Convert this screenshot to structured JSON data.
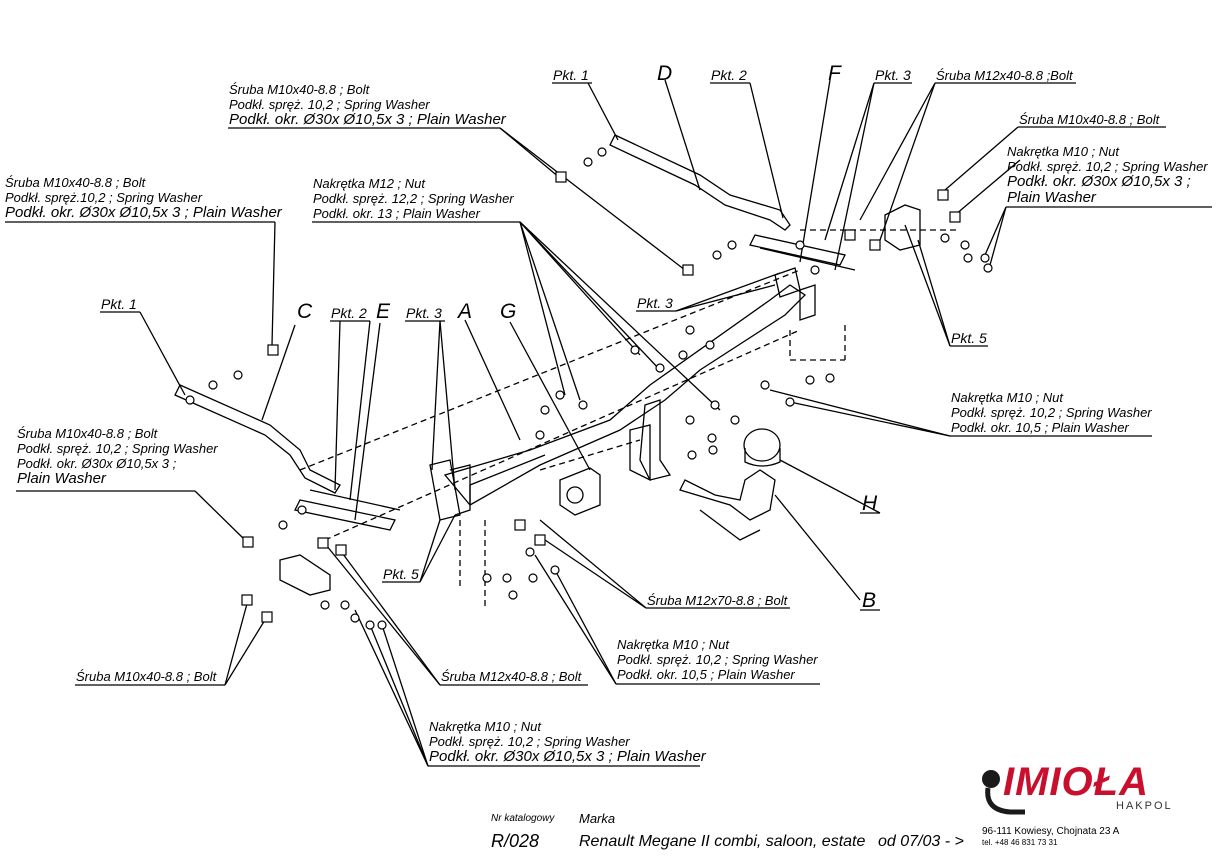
{
  "labels": {
    "bolt_top_left_1": "Śruba M10x40-8.8 ;  Bolt",
    "bolt_top_left_2": "Podkł. spręż.  10,2 ; Spring Washer",
    "bolt_top_left_3": "Podkł. okr.  Ø30x Ø10,5x 3 ; Plain Washer",
    "bolt_left_1": "Śruba M10x40-8.8 ;  Bolt",
    "bolt_left_2": "Podkł. spręż.10,2 ; Spring Washer",
    "bolt_left_3": "Podkł. okr.  Ø30x Ø10,5x 3 ; Plain Washer",
    "nut_m12_1": "Nakrętka  M12 ; Nut",
    "nut_m12_2": "Podkł. spręż. 12,2 ; Spring Washer",
    "nut_m12_3": "Podkł. okr.   13 ; Plain Washer",
    "bolt_m12_top": "Śruba M12x40-8.8 ;Bolt",
    "bolt_right_1": "Śruba M10x40-8.8 ;  Bolt",
    "nut_right_1": "Nakrętka  M10 ; Nut",
    "nut_right_2": "Podkł. spręż. 10,2 ; Spring Washer",
    "nut_right_3": "Podkł. okr.  Ø30x Ø10,5x 3 ;",
    "nut_right_4": "Plain Washer",
    "bolt_mid_left_1": "Śruba M10x40-8.8 ;  Bolt",
    "bolt_mid_left_2": "Podkł. spręż. 10,2 ; Spring Washer",
    "bolt_mid_left_3": "Podkł. okr.  Ø30x Ø10,5x 3 ;",
    "bolt_mid_left_4": "Plain Washer",
    "nut_m10_mid_1": "Nakrętka  M10 ; Nut",
    "nut_m10_mid_2": "Podkł. spręż. 10,2 ; Spring Washer",
    "nut_m10_mid_3": "Podkł. okr.  10,5 ; Plain Washer",
    "bolt_m12x70": "Śruba M12x70-8.8 ;  Bolt",
    "nut_m10_low_1": "Nakrętka  M10 ; Nut",
    "nut_m10_low_2": "Podkł. spręż. 10,2 ; Spring Washer",
    "nut_m10_low_3": "Podkł. okr.  10,5 ; Plain Washer",
    "bolt_bottom_left": "Śruba M10x40-8.8 ;  Bolt",
    "bolt_m12x40_bottom": "Śruba M12x40-8.8 ;  Bolt",
    "nut_bottom_1": "Nakrętka  M10 ; Nut",
    "nut_bottom_2": "Podkł. spręż. 10,2 ; Spring Washer",
    "nut_bottom_3": "Podkł. okr.  Ø30x Ø10,5x 3 ; Plain Washer"
  },
  "parts": {
    "A": "A",
    "B": "B",
    "C": "C",
    "D": "D",
    "E": "E",
    "F": "F",
    "G": "G",
    "H": "H"
  },
  "points": {
    "pkt1_top": "Pkt. 1",
    "pkt2_top": "Pkt. 2",
    "pkt3_top": "Pkt. 3",
    "pkt1_left": "Pkt. 1",
    "pkt2_left": "Pkt. 2",
    "pkt3_left": "Pkt. 3",
    "pkt3_mid": "Pkt. 3",
    "pkt5_right": "Pkt. 5",
    "pkt5_left": "Pkt. 5"
  },
  "footer": {
    "catalog_label": "Nr katalogowy",
    "brand_label": "Marka",
    "catalog_no": "R/028",
    "vehicle": "Renault Megane II combi, saloon, estate",
    "from_date": "od  07/03 - >",
    "logo": "IMIOŁA",
    "logo_sub": "HAKPOL",
    "address_1": "96-111 Kowiesy, Chojnata 23 A",
    "address_2": "tel. +48 46 831 73 31"
  },
  "colors": {
    "logo_red": "#c8102e",
    "line": "#000000"
  }
}
